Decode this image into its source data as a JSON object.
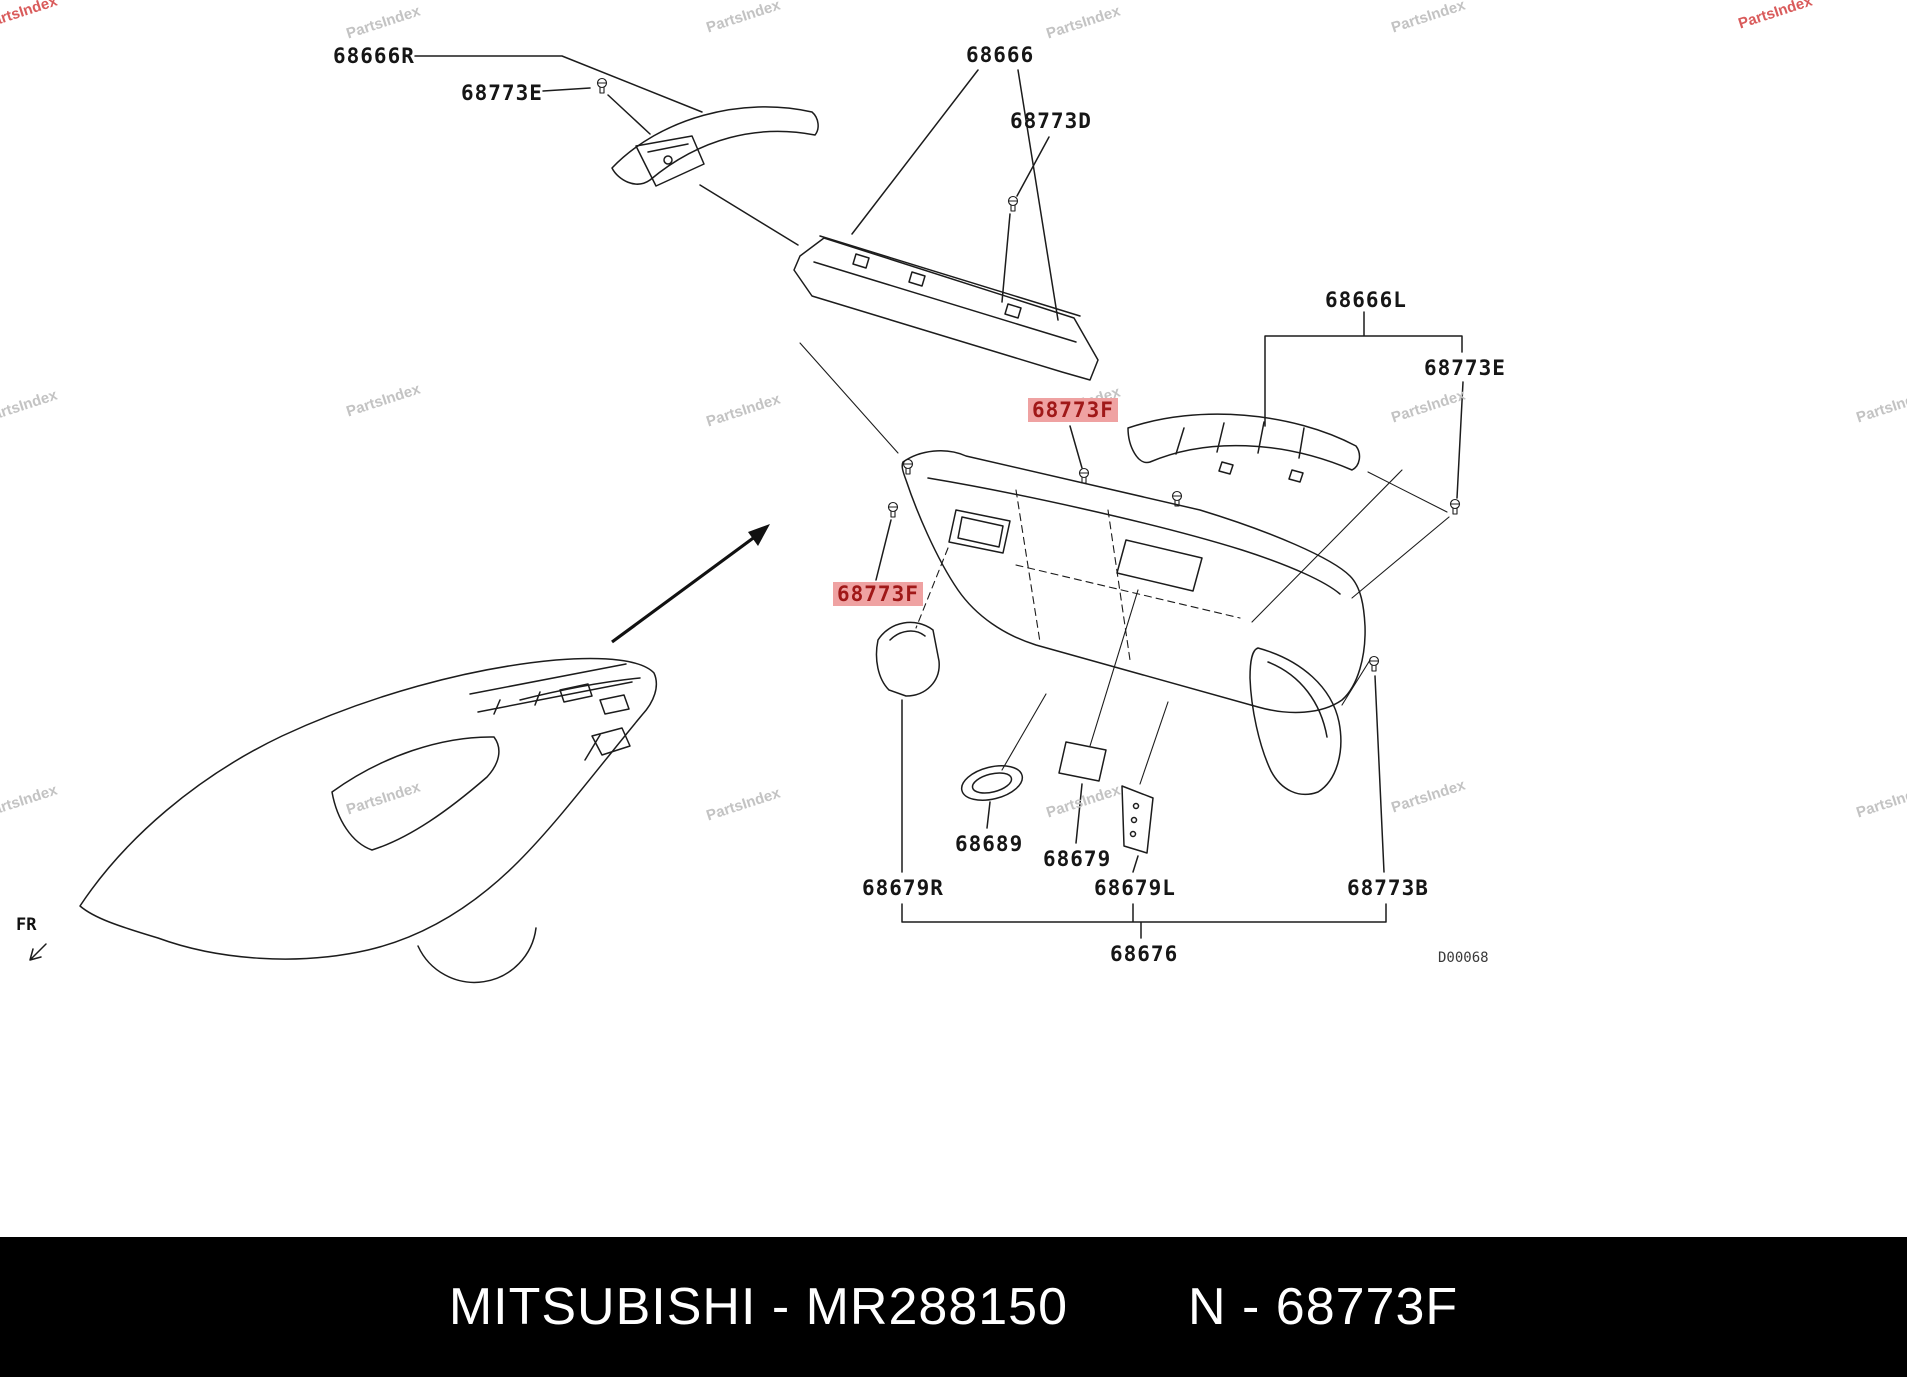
{
  "watermark": {
    "text": "PartsIndex"
  },
  "fr": {
    "label": "FR"
  },
  "diagram_code": "D00068",
  "labels": [
    {
      "id": "68666R",
      "text": "68666R",
      "highlight": false
    },
    {
      "id": "68773E-1",
      "text": "68773E",
      "highlight": false
    },
    {
      "id": "68666",
      "text": "68666",
      "highlight": false
    },
    {
      "id": "68773D",
      "text": "68773D",
      "highlight": false
    },
    {
      "id": "68666L",
      "text": "68666L",
      "highlight": false
    },
    {
      "id": "68773E-2",
      "text": "68773E",
      "highlight": false
    },
    {
      "id": "68773F-1",
      "text": "68773F",
      "highlight": true
    },
    {
      "id": "68773F-2",
      "text": "68773F",
      "highlight": true
    },
    {
      "id": "68689",
      "text": "68689",
      "highlight": false
    },
    {
      "id": "68679",
      "text": "68679",
      "highlight": false
    },
    {
      "id": "68679R",
      "text": "68679R",
      "highlight": false
    },
    {
      "id": "68679L",
      "text": "68679L",
      "highlight": false
    },
    {
      "id": "68773B",
      "text": "68773B",
      "highlight": false
    },
    {
      "id": "68676",
      "text": "68676",
      "highlight": false
    }
  ],
  "footer": {
    "left": "MITSUBISHI - MR288150",
    "right": "N - 68773F"
  },
  "colors": {
    "highlight_bg": "#efa2a2",
    "highlight_text": "#a01818",
    "line": "#1c1c1c",
    "watermark": "#c3c3c3",
    "watermark_accent": "#d95b5b",
    "footer_bg": "#000000",
    "footer_text": "#ffffff"
  }
}
